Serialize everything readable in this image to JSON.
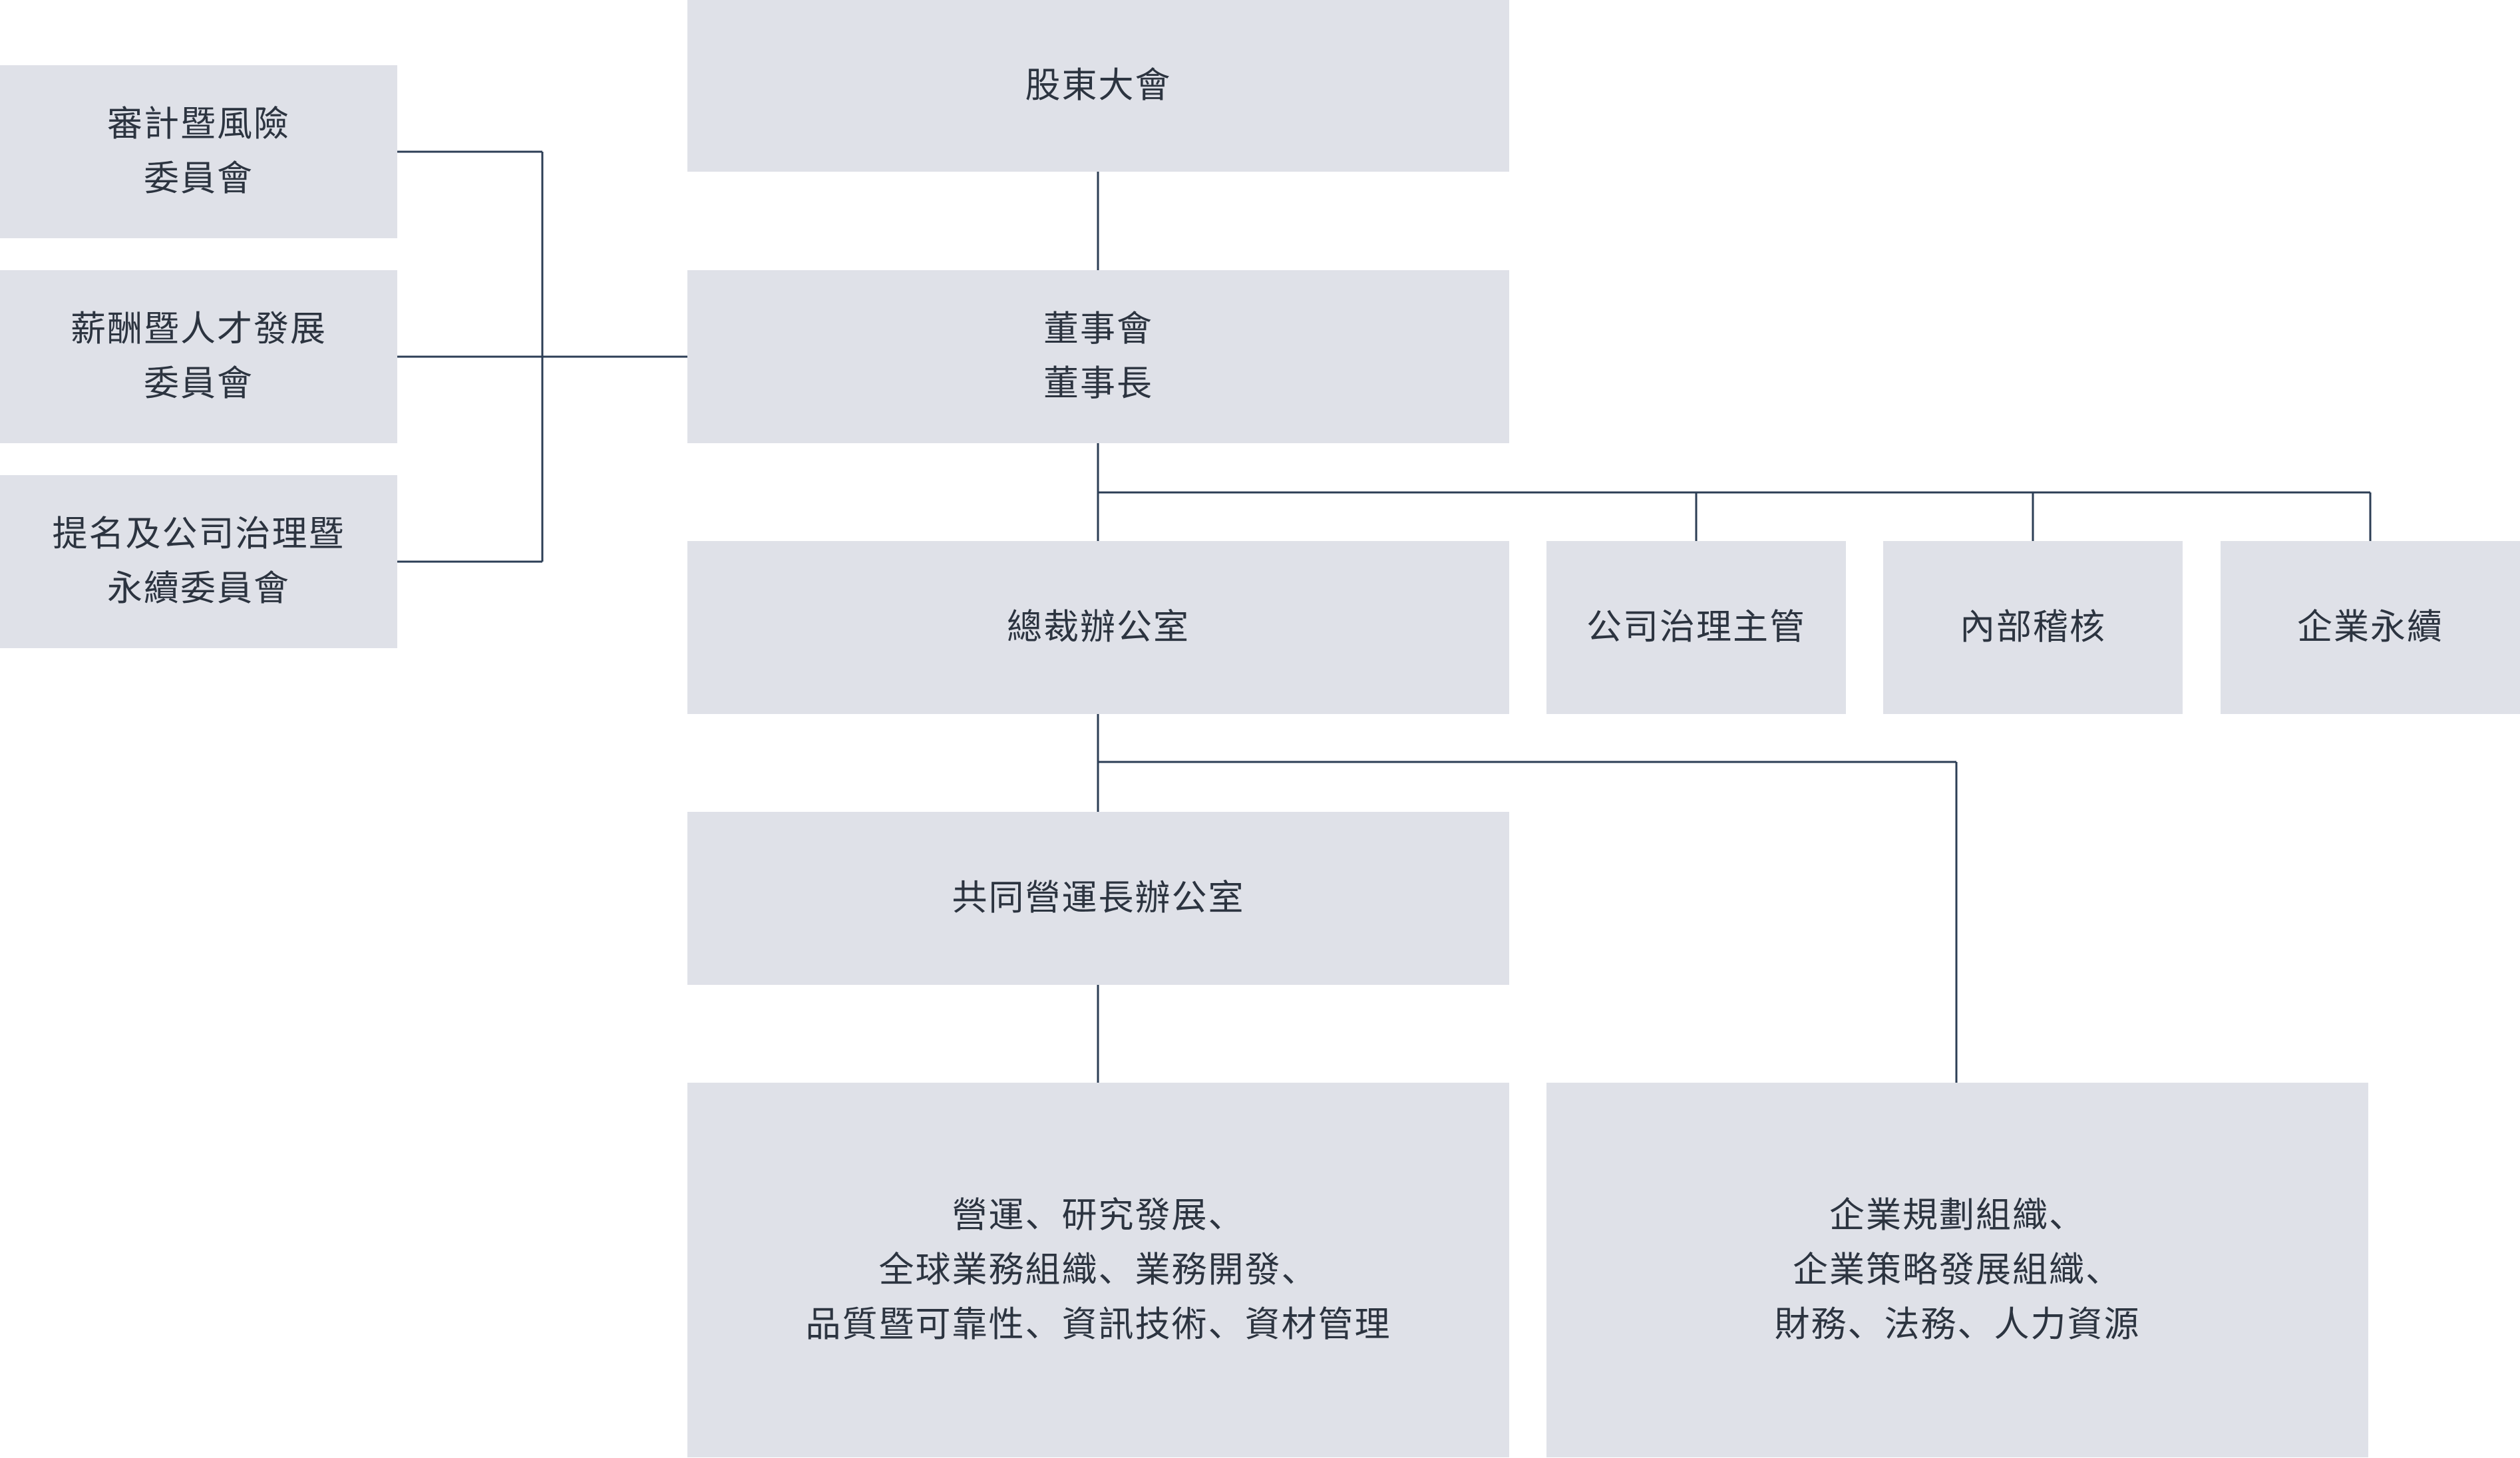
{
  "nodes": {
    "shareholders": {
      "lines": [
        "股東大會"
      ]
    },
    "board": {
      "lines": [
        "董事會",
        "董事長"
      ]
    },
    "audit_committee": {
      "lines": [
        "審計暨風險",
        "委員會"
      ]
    },
    "compensation_committee": {
      "lines": [
        "薪酬暨人才發展",
        "委員會"
      ]
    },
    "nomination_committee": {
      "lines": [
        "提名及公司治理暨",
        "永續委員會"
      ]
    },
    "president_office": {
      "lines": [
        "總裁辦公室"
      ]
    },
    "governance_officer": {
      "lines": [
        "公司治理主管"
      ]
    },
    "internal_audit": {
      "lines": [
        "內部稽核"
      ]
    },
    "sustainability": {
      "lines": [
        "企業永續"
      ]
    },
    "coo_office": {
      "lines": [
        "共同營運長辦公室"
      ]
    },
    "operations_group": {
      "lines": [
        "營運、研究發展、",
        "全球業務組織、業務開發、",
        "品質暨可靠性、資訊技術、資材管理"
      ]
    },
    "corporate_group": {
      "lines": [
        "企業規劃組織、",
        "企業策略發展組織、",
        "財務、法務、人力資源"
      ]
    }
  }
}
